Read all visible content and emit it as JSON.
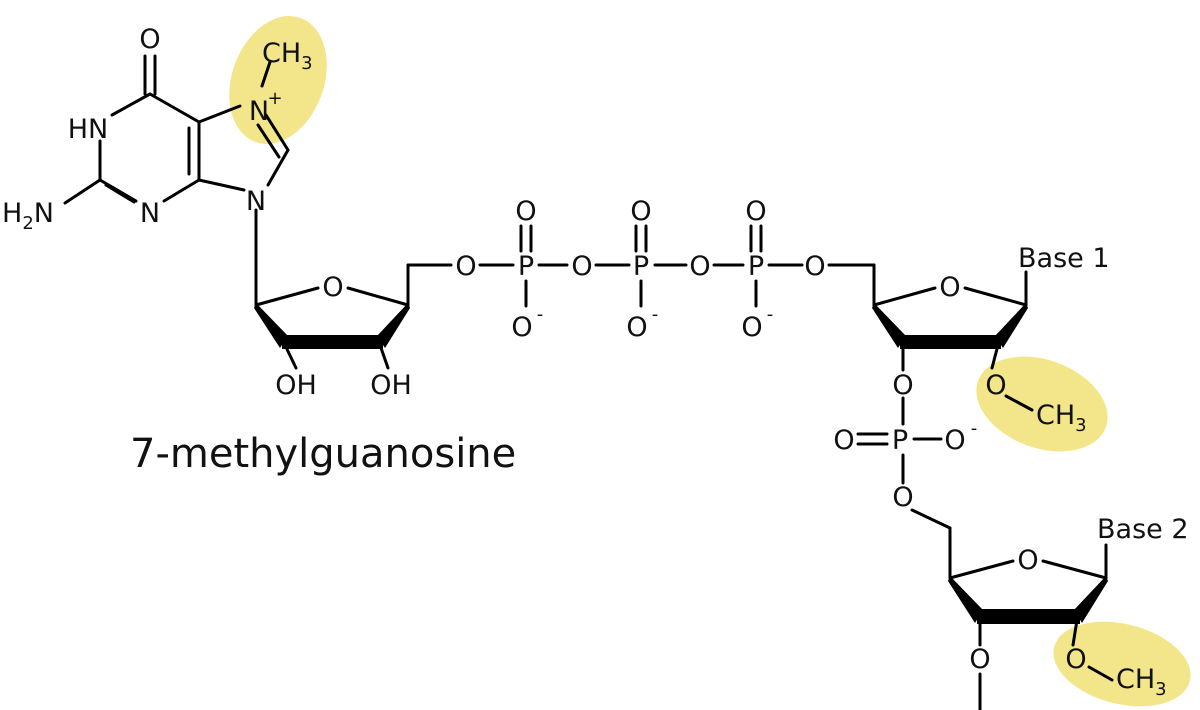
{
  "colors": {
    "highlight": "#f3e68a",
    "ink": "#111111"
  },
  "labels": {
    "title": "7-methylguanosine",
    "base1": "Base 1",
    "base2": "Base 2"
  },
  "atoms": {
    "O": "O",
    "N": "N",
    "P": "P",
    "HN": "HN",
    "OH": "OH",
    "H": "H",
    "C": "C",
    "sub2": "2",
    "sub3": "3",
    "plus": "+",
    "minus": "-"
  }
}
